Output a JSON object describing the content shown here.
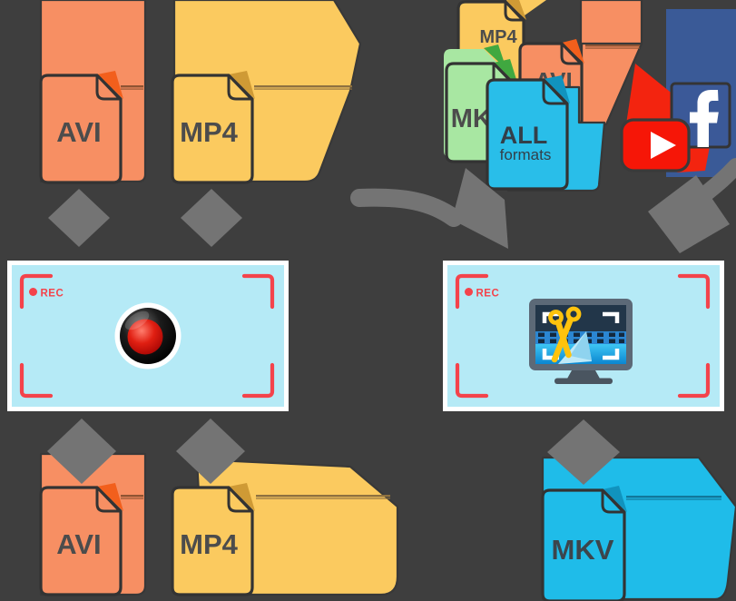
{
  "title": "screen-recording-and-editing-formats-diagram",
  "background": "#3E3E3E",
  "outline_color": "#333333",
  "arrow_color": "#747474",
  "screens": {
    "recorder": {
      "rec_label": "REC",
      "accent": "#F4434B",
      "screen_fill": "#B5EAF6",
      "frame_fill": "#FFFFFF"
    },
    "editor": {
      "rec_label": "REC",
      "accent": "#F4434B",
      "screen_fill": "#B5EAF6",
      "frame_fill": "#FFFFFF"
    }
  },
  "files": {
    "top_avi": {
      "label": "AVI",
      "fill": "#F78F63",
      "accent": "#F25F1C",
      "line": "#8F5433",
      "label_color": "#4C4C4C"
    },
    "top_mp4": {
      "label": "MP4",
      "fill": "#FBCA5F",
      "accent": "#CF9A35",
      "line": "#8E7140",
      "label_color": "#4C4C4C"
    },
    "cluster_mp4": {
      "label": "MP4",
      "fill": "#FBCA5F",
      "accent": "#CF9A35",
      "line": "#8E7140",
      "label_color": "#4C4C4C"
    },
    "cluster_avi": {
      "label": "AVI",
      "fill": "#F78F63",
      "accent": "#F25F1C",
      "line": "#8F5433",
      "label_color": "#4C4C4C"
    },
    "cluster_mkv": {
      "label": "MKV",
      "fill": "#A8E7A2",
      "accent": "#40A840",
      "line": "#4F8A4F",
      "label_color": "#4C4C4C"
    },
    "cluster_all": {
      "label": "ALL",
      "sublabel": "formats",
      "fill": "#29BEE9",
      "accent": "#1193BE",
      "line": "#11789B",
      "label_color": "#333F49"
    },
    "bottom_avi": {
      "label": "AVI",
      "fill": "#F78F63",
      "accent": "#F25F1C",
      "line": "#8F5433",
      "label_color": "#4C4C4C"
    },
    "bottom_mp4": {
      "label": "MP4",
      "fill": "#FBCA5F",
      "accent": "#CF9A35",
      "line": "#8E7140",
      "label_color": "#4C4C4C"
    },
    "bottom_mkv": {
      "label": "MKV",
      "fill": "#1FBCE9",
      "accent": "#1193BE",
      "line": "#11789B",
      "label_color": "#3C454C"
    }
  },
  "icons": {
    "youtube": {
      "name": "youtube-play-icon",
      "fill": "#F61607",
      "back_fill": "#F3240F",
      "play_color": "#FFFFFF"
    },
    "facebook": {
      "name": "facebook-icon",
      "fill": "#3B5998",
      "back_fill": "#3A5A97",
      "letter_color": "#FFFFFF"
    },
    "record_button": {
      "name": "record-button",
      "ring": "#FFFFFF",
      "red": "#D81010"
    },
    "editor_monitor": {
      "name": "video-editor-monitor-icon",
      "frame": "#5C6977",
      "screen_top": "#223649",
      "band": "#2B86D2",
      "screen_bottom": "#1FA6E6",
      "scissors": "#FFC30D",
      "flap": "#BFE9F8",
      "stand": "#4A5560"
    }
  }
}
